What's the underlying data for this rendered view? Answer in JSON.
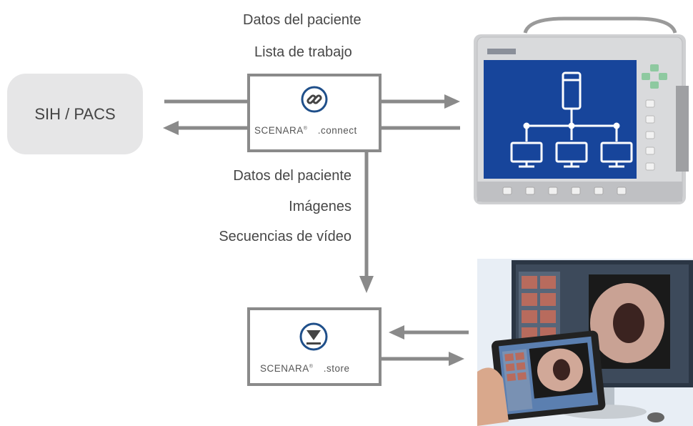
{
  "sih_label": "SIH / PACS",
  "top_labels": [
    "Datos del paciente",
    "Lista de trabajo"
  ],
  "mid_labels": [
    "Datos del paciente",
    "Imágenes",
    "Secuencias de vídeo"
  ],
  "connect_box": {
    "brand": "SCENARA",
    "reg": "®",
    "suffix": ".connect",
    "icon": "chain-link-icon"
  },
  "store_box": {
    "brand": "SCENARA",
    "reg": "®",
    "suffix": ".store",
    "icon": "download-triangle-icon"
  },
  "colors": {
    "arrow": "#8a8a8a",
    "icon_blue": "#1f4f8a",
    "screen_blue": "#17459b"
  }
}
